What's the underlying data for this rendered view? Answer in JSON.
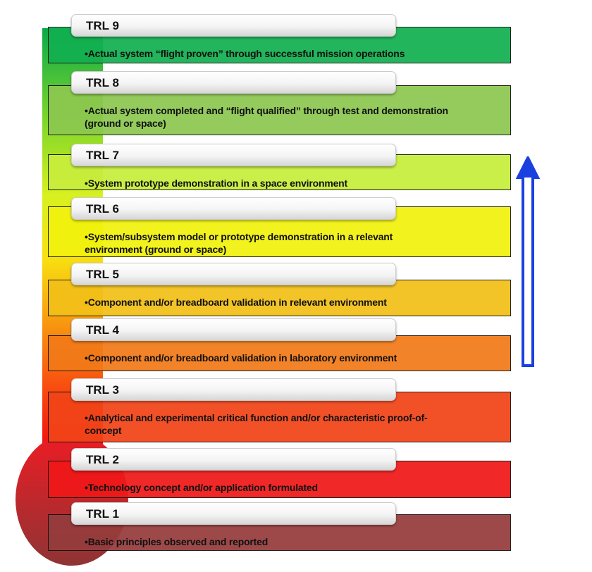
{
  "levels": [
    {
      "label": "TRL 9",
      "text": "•Actual system “flight proven” through successful mission operations",
      "color": "#12b050"
    },
    {
      "label": "TRL 8",
      "text": "•Actual system completed and “flight qualified” through test and demonstration (ground or space)",
      "color": "#8cc850"
    },
    {
      "label": "TRL 7",
      "text": "•System prototype demonstration in a space environment",
      "color": "#c8ee3c"
    },
    {
      "label": "TRL 6",
      "text": "•System/subsystem model or prototype demonstration in a relevant environment (ground or space)",
      "color": "#f2f20e"
    },
    {
      "label": "TRL 5",
      "text": "•Component and/or breadboard validation in relevant environment",
      "color": "#f2c018"
    },
    {
      "label": "TRL 4",
      "text": "•Component and/or breadboard validation in laboratory environment",
      "color": "#f27a18"
    },
    {
      "label": "TRL 3",
      "text": "•Analytical and experimental critical function and/or characteristic proof-of-concept",
      "color": "#f24418"
    },
    {
      "label": "TRL 2",
      "text": "•Technology concept and/or application formulated",
      "color": "#f01818"
    },
    {
      "label": "TRL 1",
      "text": "•Basic principles observed and reported",
      "color": "#963c3c"
    }
  ],
  "arrow_color": "#1a40e0"
}
